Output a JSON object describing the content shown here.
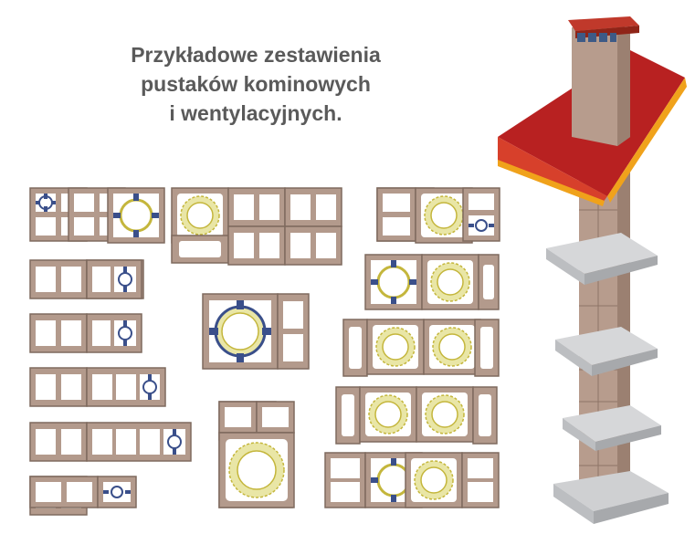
{
  "title": {
    "line1": "Przykładowe zestawienia",
    "line2": "pustaków kominowych",
    "line3": "i wentylacyjnych."
  },
  "colors": {
    "block_fill": "#b39a8c",
    "block_stroke": "#7f6a5e",
    "channel_fill": "#ffffff",
    "flue_insulation": "#e9e6a6",
    "flue_ring": "#c4b63c",
    "connector": "#3a4f8a",
    "roof": "#b82121",
    "roof_edge": "#f0a21b",
    "slab": "#c8c9cb"
  },
  "assembly_groups": [
    {
      "name": "group-a",
      "blocks": [
        "vent-2x2",
        "vent-2x2",
        "flue-with-connectors"
      ]
    },
    {
      "name": "group-b",
      "blocks": [
        "flue-insulated",
        "vent-2x2",
        "vent-2x2",
        "vent-2x2",
        "vent-2x2"
      ]
    },
    {
      "name": "group-c",
      "blocks": [
        "vent-2x2",
        "flue-insulated",
        "vent-connector"
      ]
    },
    {
      "name": "group-d",
      "blocks": [
        "vent-2",
        "vent-2",
        "vent-connector"
      ]
    },
    {
      "name": "group-e",
      "blocks": [
        "vent-2",
        "vent-2",
        "vent-connector"
      ]
    },
    {
      "name": "group-f",
      "blocks": [
        "flue-large-connectors",
        "vent-2-vertical"
      ]
    },
    {
      "name": "group-g",
      "blocks": [
        "flue-connectors",
        "flue-insulated"
      ]
    },
    {
      "name": "group-h",
      "blocks": [
        "vent-2",
        "vent-2",
        "vent-connector"
      ]
    },
    {
      "name": "group-i",
      "blocks": [
        "vent-1",
        "flue-insulated",
        "flue-insulated",
        "vent-1"
      ]
    },
    {
      "name": "group-j",
      "blocks": [
        "vent-2",
        "vent-2",
        "vent-2",
        "vent-connector"
      ]
    },
    {
      "name": "group-k",
      "blocks": [
        "vent-2",
        "vent-2",
        "flue-insulated-large"
      ]
    },
    {
      "name": "group-l",
      "blocks": [
        "vent-1",
        "flue-insulated",
        "flue-insulated",
        "vent-1"
      ]
    },
    {
      "name": "group-m",
      "blocks": [
        "vent-2",
        "vent-2",
        "vent-connector"
      ]
    },
    {
      "name": "group-n",
      "blocks": [
        "vent-2x2",
        "flue-connectors",
        "flue-insulated",
        "vent-2"
      ]
    }
  ],
  "chimney": {
    "floors": 4,
    "has_roof": true,
    "has_cap": true
  }
}
